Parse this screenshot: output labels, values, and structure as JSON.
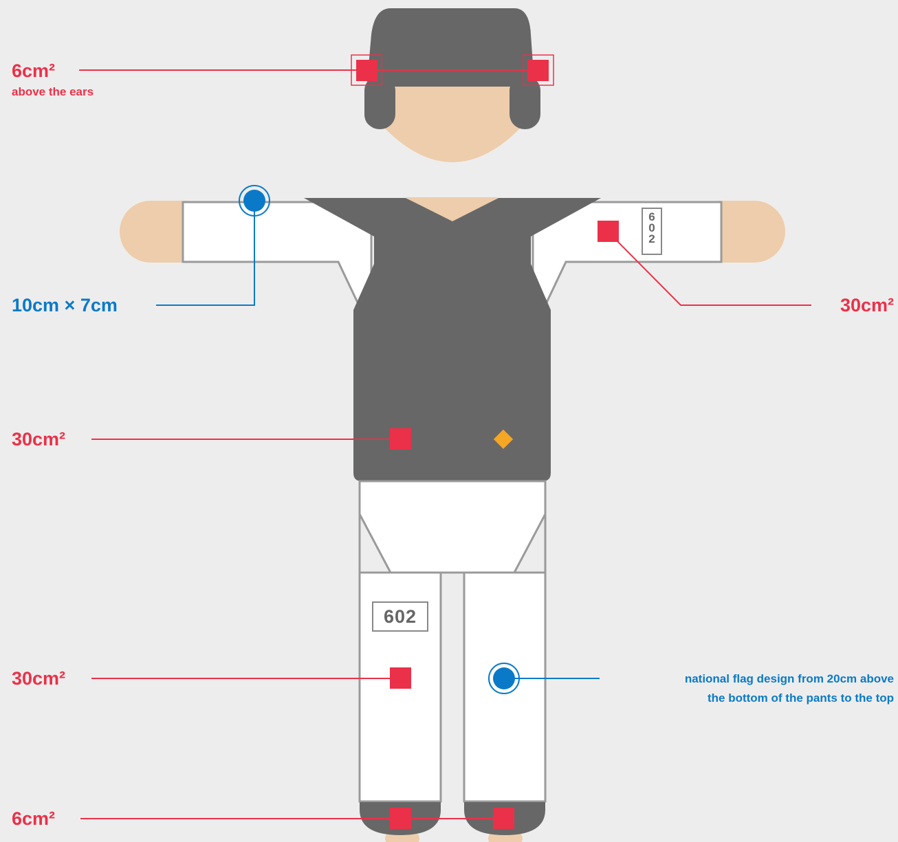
{
  "colors": {
    "background": "#eeeded",
    "skin": "#edcdab",
    "garment_dark": "#676767",
    "garment_white": "#ffffff",
    "outline_gray": "#9a9a9a",
    "marker_red": "#ea3149",
    "marker_blue": "#0a7ac8",
    "marker_orange": "#f5a623"
  },
  "labels": {
    "headgear_size": "6cm²",
    "headgear_note": "above the ears",
    "sleeve_flag_size": "10cm × 7cm",
    "sleeve_right_size": "30cm²",
    "jacket_size": "30cm²",
    "pants_size": "30cm²",
    "flag_note_line1": "national flag design from 20cm above",
    "flag_note_line2": "the bottom of the pants to the top",
    "shoe_size": "6cm²"
  },
  "bib": {
    "number": "602",
    "digits": [
      "6",
      "0",
      "2"
    ]
  },
  "icons": [
    "flag-marker-icon",
    "logo-marker-icon",
    "manufacturer-diamond-icon"
  ]
}
